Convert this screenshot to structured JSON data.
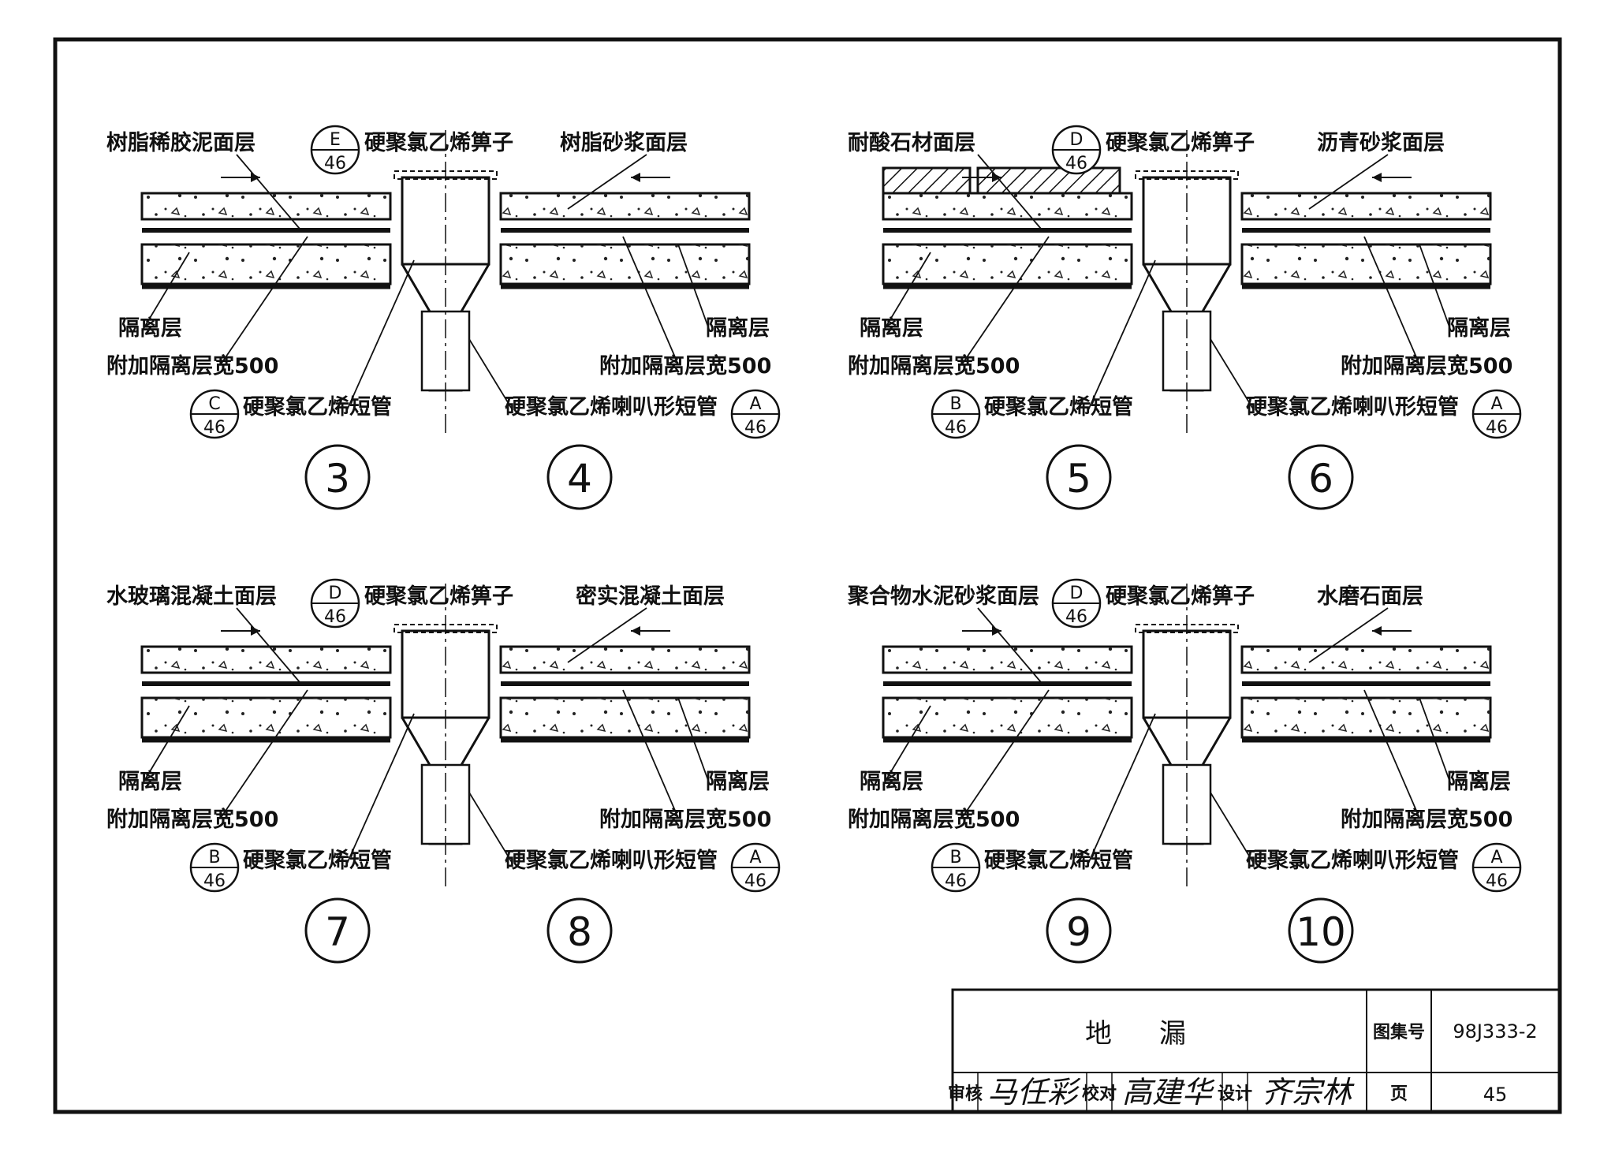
{
  "shared": {
    "grate": "硬聚氯乙烯箅子",
    "short_pipe": "硬聚氯乙烯短管",
    "trumpet_pipe": "硬聚氯乙烯喇叭形短管",
    "isolation": "隔离层",
    "extra_isolation": "附加隔离层宽500",
    "sheet_46": "46",
    "ref_A": "A"
  },
  "details": [
    {
      "left_num": "3",
      "right_num": "4",
      "left_finish": "树脂稀胶泥面层",
      "right_finish": "树脂砂浆面层",
      "grate_ref": "E",
      "pipe_ref": "C"
    },
    {
      "left_num": "5",
      "right_num": "6",
      "left_finish": "耐酸石材面层",
      "right_finish": "沥青砂浆面层",
      "grate_ref": "D",
      "pipe_ref": "B"
    },
    {
      "left_num": "7",
      "right_num": "8",
      "left_finish": "水玻璃混凝土面层",
      "right_finish": "密实混凝土面层",
      "grate_ref": "D",
      "pipe_ref": "B"
    },
    {
      "left_num": "9",
      "right_num": "10",
      "left_finish": "聚合物水泥砂浆面层",
      "right_finish": "水磨石面层",
      "grate_ref": "D",
      "pipe_ref": "B"
    }
  ],
  "title_block": {
    "title": "地漏",
    "atlas_label": "图集号",
    "atlas_no": "98J333-2",
    "review_label": "审核",
    "review_sig": "马任彩",
    "check_label": "校对",
    "check_sig": "高建华",
    "design_label": "设计",
    "design_sig": "齐宗林",
    "page_label": "页",
    "page_no": "45"
  }
}
